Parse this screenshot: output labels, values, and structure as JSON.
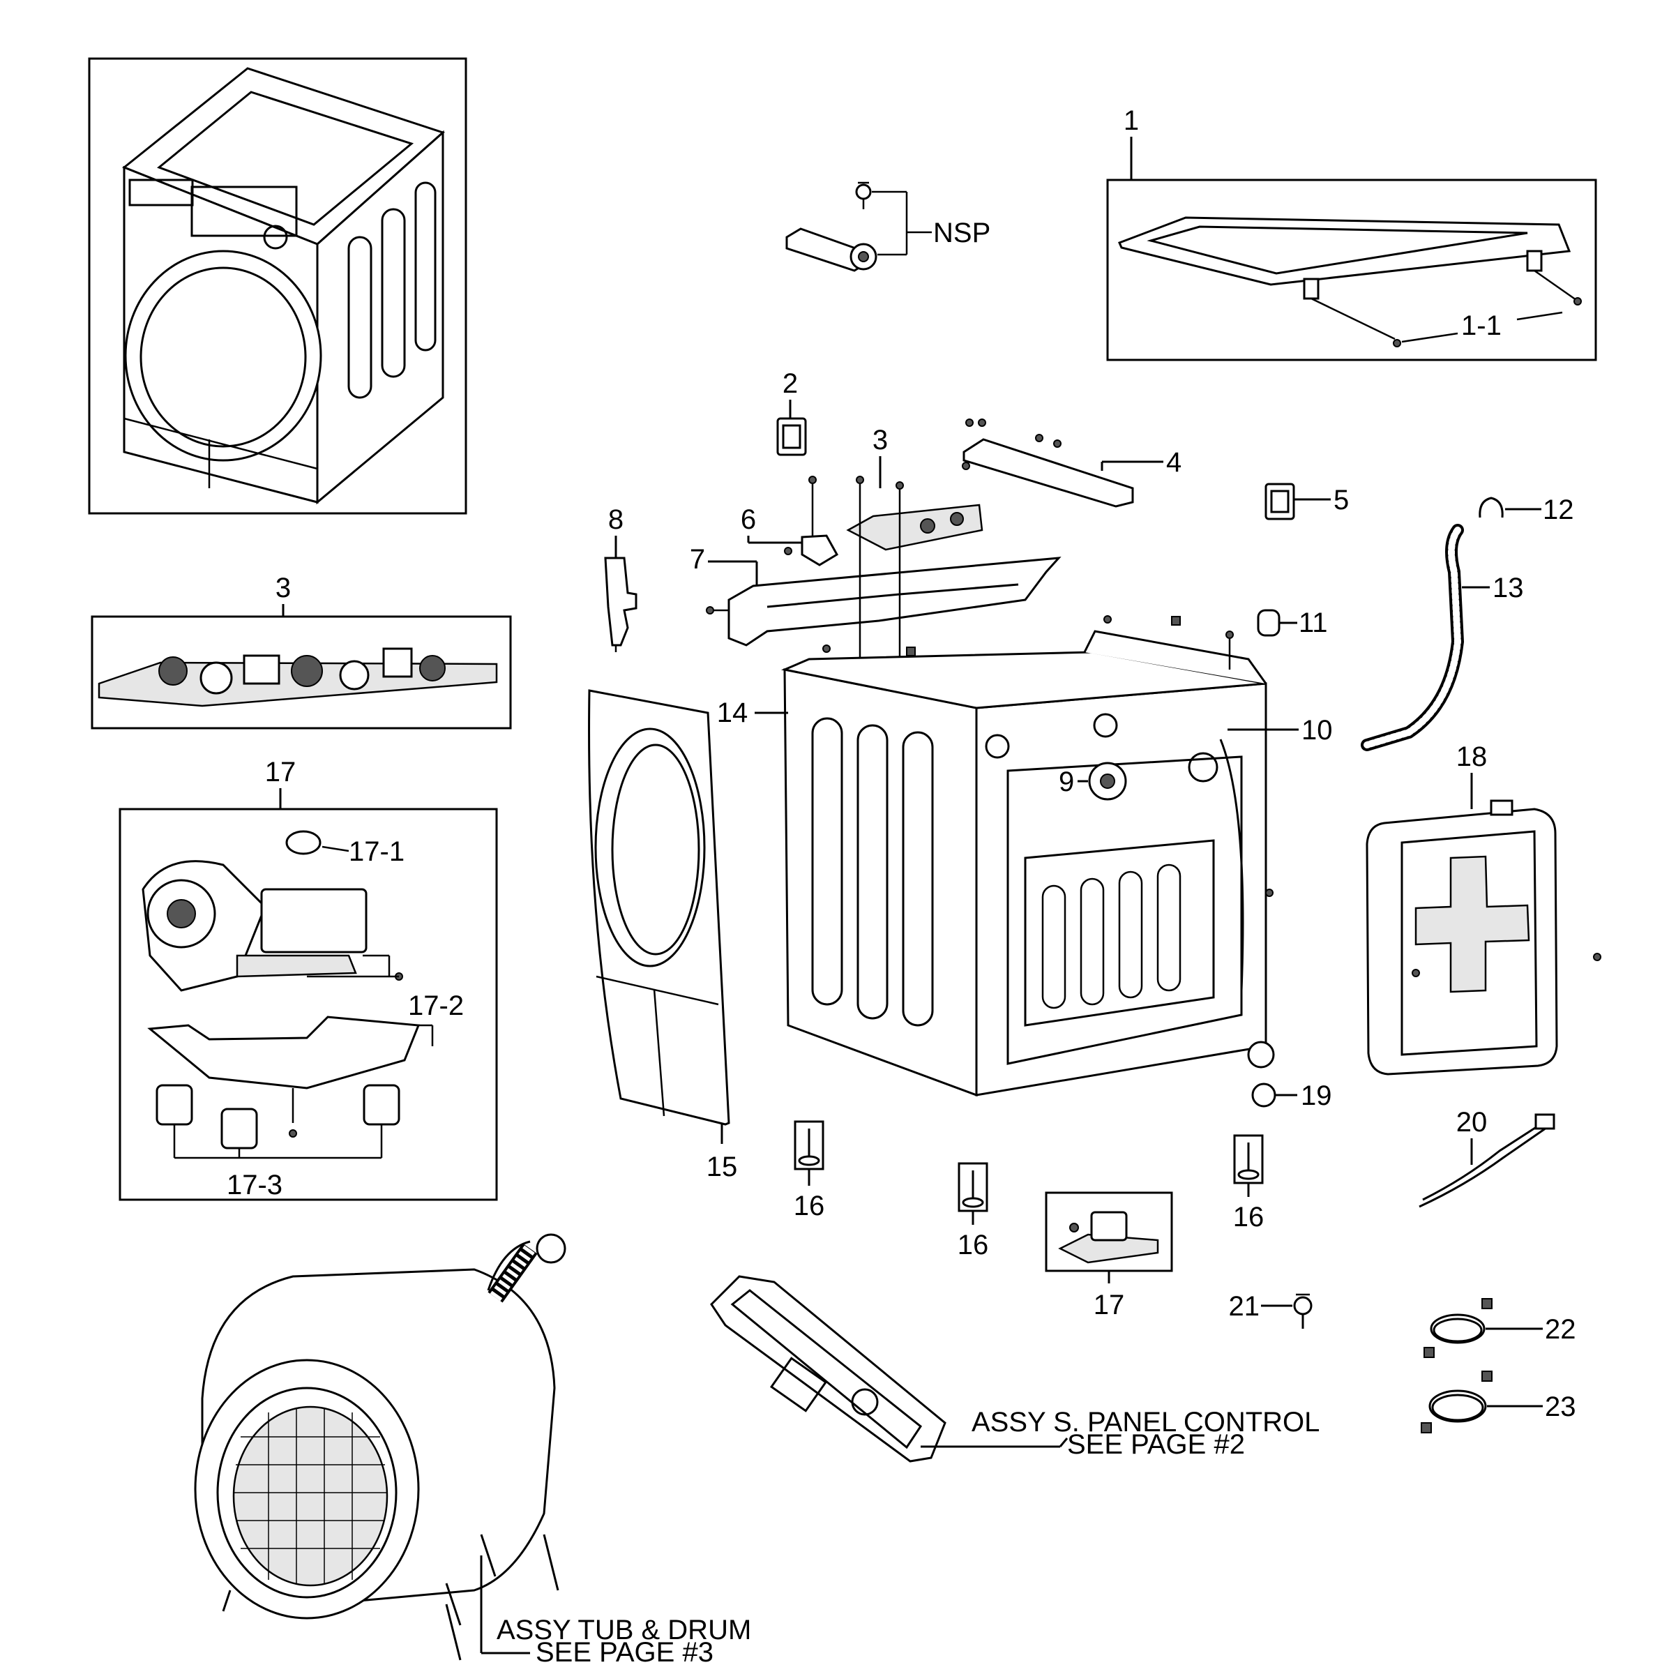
{
  "labels": {
    "p1": "1",
    "p1_1": "1-1",
    "p2": "2",
    "p3_top": "3",
    "p3_box": "3",
    "p4": "4",
    "p5": "5",
    "p6": "6",
    "p7": "7",
    "p8": "8",
    "p9": "9",
    "p10": "10",
    "p11": "11",
    "p12": "12",
    "p13": "13",
    "p14": "14",
    "p15": "15",
    "p16a": "16",
    "p16b": "16",
    "p16c": "16",
    "p17_box": "17",
    "p17_1": "17-1",
    "p17_2": "17-2",
    "p17_3": "17-3",
    "p17_bottom": "17",
    "p18": "18",
    "p19": "19",
    "p20": "20",
    "p21": "21",
    "p22": "22",
    "p23": "23",
    "nsp": "NSP"
  },
  "callouts": {
    "panel_line1": "ASSY S. PANEL CONTROL",
    "panel_line2": "SEE PAGE #2",
    "tub_line1": "ASSY TUB & DRUM",
    "tub_line2": "SEE PAGE #3"
  }
}
